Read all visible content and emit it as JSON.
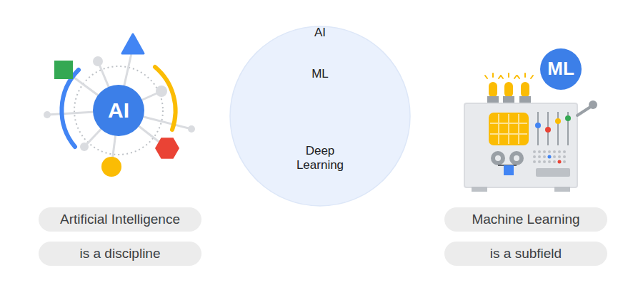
{
  "diagram": {
    "nodes": [
      {
        "text": [
          "AI"
        ]
      },
      {
        "text": [
          "Artificial Intelligence"
        ]
      },
      {
        "text": [
          "is a discipline"
        ]
      },
      {
        "text": [
          "AI"
        ]
      },
      {
        "text": [
          "ML"
        ],
        "in": 3
      },
      {
        "text": [
          "Deep Learning"
        ],
        "in": 4
      },
      {
        "text": [
          "ML"
        ]
      },
      {
        "text": [
          "Machine Learning"
        ]
      },
      {
        "text": [
          "is a subfield"
        ]
      }
    ]
  }
}
